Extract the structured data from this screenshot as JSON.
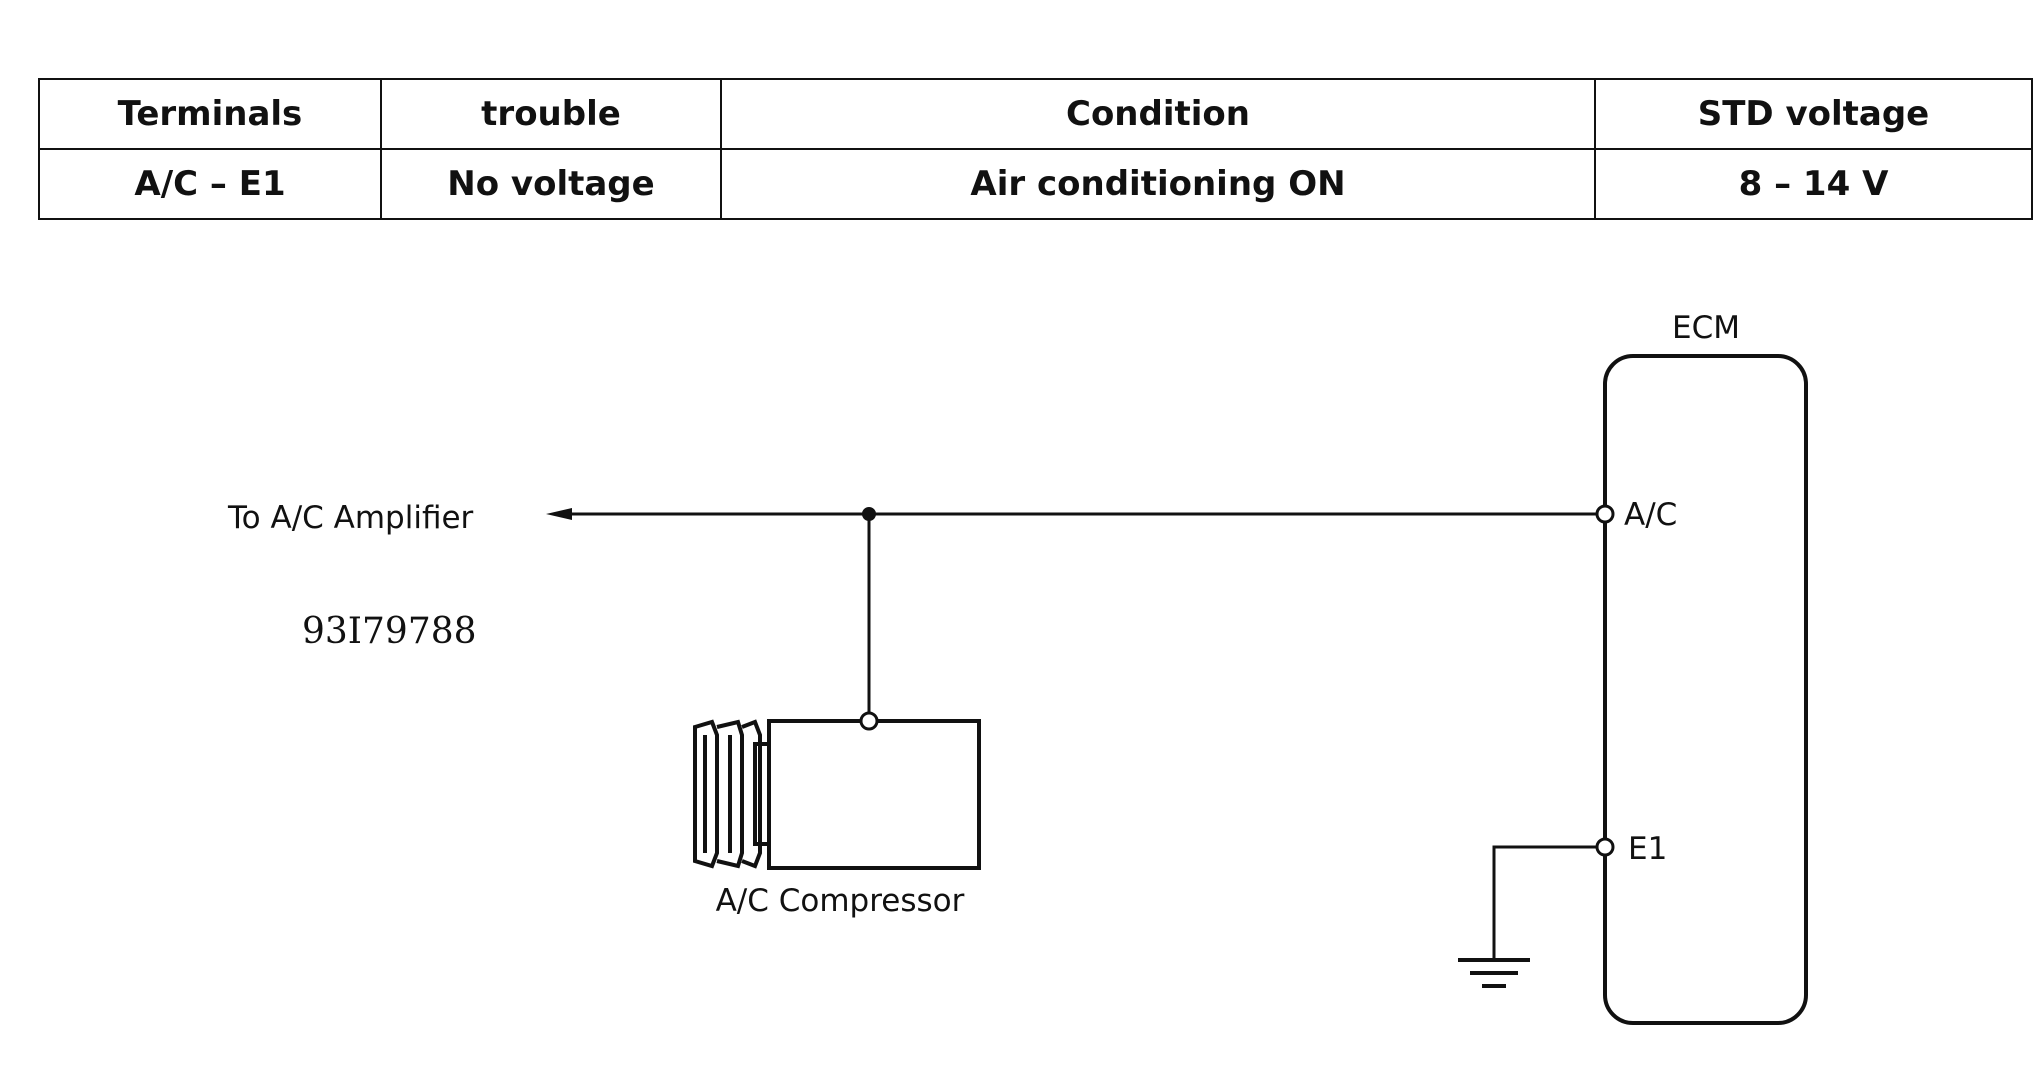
{
  "table": {
    "headers": [
      "Terminals",
      "trouble",
      "Condition",
      "STD voltage"
    ],
    "rows": [
      [
        "A/C – E1",
        "No voltage",
        "Air conditioning ON",
        "8 – 14 V"
      ]
    ]
  },
  "diagram": {
    "ecm_label": "ECM",
    "ac_terminal_label": "A/C",
    "e1_terminal_label": "E1",
    "amplifier_label": "To A/C Amplifier",
    "compressor_label": "A/C Compressor",
    "reference_code": "93I79788"
  }
}
